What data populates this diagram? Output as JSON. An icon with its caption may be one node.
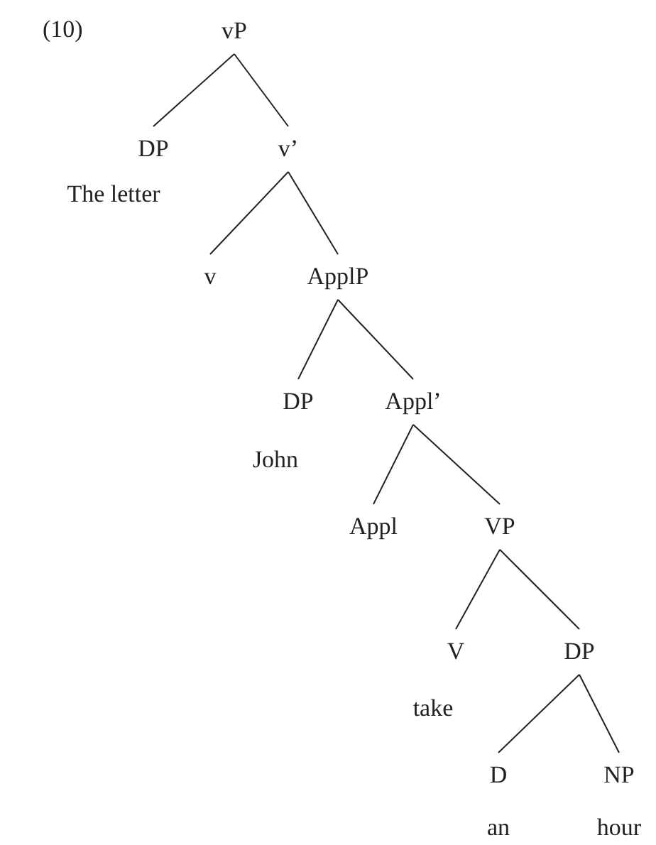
{
  "diagram": {
    "nodes": [
      {
        "text": [
          "vP"
        ]
      },
      {
        "text": [
          "DP"
        ],
        "beside": [
          "The letter"
        ]
      },
      {
        "text": [
          "v’"
        ]
      },
      {
        "text": [
          "v"
        ]
      },
      {
        "text": [
          "ApplP"
        ]
      },
      {
        "text": [
          "DP"
        ],
        "beside": [
          "John"
        ]
      },
      {
        "text": [
          "Appl’"
        ]
      },
      {
        "text": [
          "Appl"
        ]
      },
      {
        "text": [
          "VP"
        ]
      },
      {
        "text": [
          "V"
        ],
        "beside": [
          "take"
        ]
      },
      {
        "text": [
          "DP"
        ]
      },
      {
        "text": [
          "D"
        ],
        "beside": [
          "an"
        ]
      },
      {
        "text": [
          "NP"
        ],
        "beside": [
          "hour"
        ]
      }
    ],
    "edges": [
      {
        "from": 0,
        "to": 1,
        "arrow": "none"
      },
      {
        "from": 0,
        "to": 2,
        "arrow": "none"
      },
      {
        "from": 2,
        "to": 3,
        "arrow": "none"
      },
      {
        "from": 2,
        "to": 4,
        "arrow": "none"
      },
      {
        "from": 4,
        "to": 5,
        "arrow": "none"
      },
      {
        "from": 4,
        "to": 6,
        "arrow": "none"
      },
      {
        "from": 6,
        "to": 7,
        "arrow": "none"
      },
      {
        "from": 6,
        "to": 8,
        "arrow": "none"
      },
      {
        "from": 8,
        "to": 9,
        "arrow": "none"
      },
      {
        "from": 8,
        "to": 10,
        "arrow": "none"
      },
      {
        "from": 10,
        "to": 11,
        "arrow": "none"
      },
      {
        "from": 10,
        "to": 12,
        "arrow": "none"
      }
    ],
    "labels": [
      "(10)"
    ]
  }
}
